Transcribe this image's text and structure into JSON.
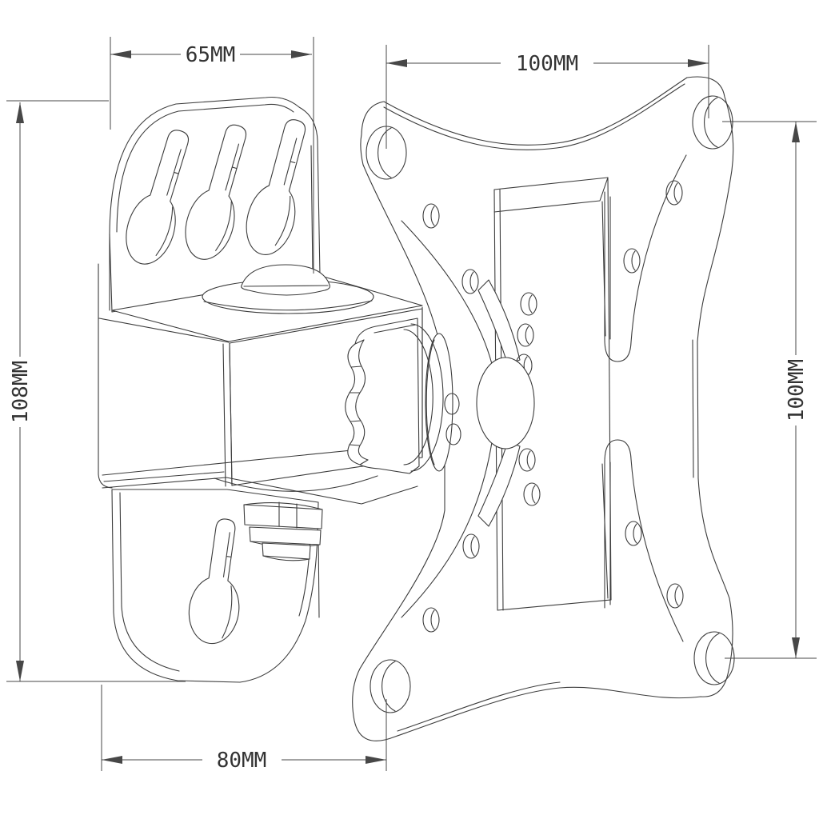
{
  "drawing": {
    "type": "technical-drawing",
    "subject": "swivel TV wall mount bracket, 3D line view",
    "background_color": "#ffffff",
    "line_color": "#3c3c3c",
    "dimension_line_color": "#474747",
    "units": "MM"
  },
  "dimensions": {
    "bracket_width_top": {
      "label": "65MM",
      "orientation": "horizontal",
      "position": "top-left"
    },
    "vesa_hole_width": {
      "label": "100MM",
      "orientation": "horizontal",
      "position": "top-right"
    },
    "bracket_height": {
      "label": "108MM",
      "orientation": "vertical",
      "position": "left"
    },
    "vesa_hole_height": {
      "label": "100MM",
      "orientation": "vertical",
      "position": "right"
    },
    "bracket_depth_bottom": {
      "label": "80MM",
      "orientation": "horizontal",
      "position": "bottom-left"
    }
  }
}
